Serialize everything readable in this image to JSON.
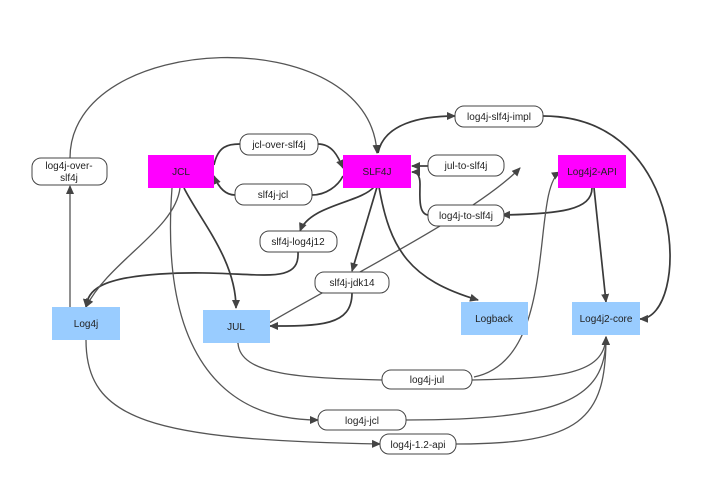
{
  "colors": {
    "api_box": "#ff00ff",
    "impl_box": "#99ccff",
    "adapter_fill": "#ffffff",
    "adapter_stroke": "#444444",
    "edge": "#555555"
  },
  "nodes": {
    "jcl": "JCL",
    "slf4j": "SLF4J",
    "log4j2_api": "Log4j2-API",
    "log4j": "Log4j",
    "jul": "JUL",
    "logback": "Logback",
    "log4j2_core": "Log4j2-core"
  },
  "adapters": {
    "log4j_over_slf4j_line1": "log4j-over-",
    "log4j_over_slf4j_line2": "slf4j",
    "jcl_over_slf4j": "jcl-over-slf4j",
    "slf4j_jcl": "slf4j-jcl",
    "log4j_slf4j_impl": "log4j-slf4j-impl",
    "jul_to_slf4j": "jul-to-slf4j",
    "log4j_to_slf4j": "log4j-to-slf4j",
    "slf4j_log4j12": "slf4j-log4j12",
    "slf4j_jdk14": "slf4j-jdk14",
    "log4j_jul": "log4j-jul",
    "log4j_jcl": "log4j-jcl",
    "log4j_1_2_api": "log4j-1.2-api"
  }
}
